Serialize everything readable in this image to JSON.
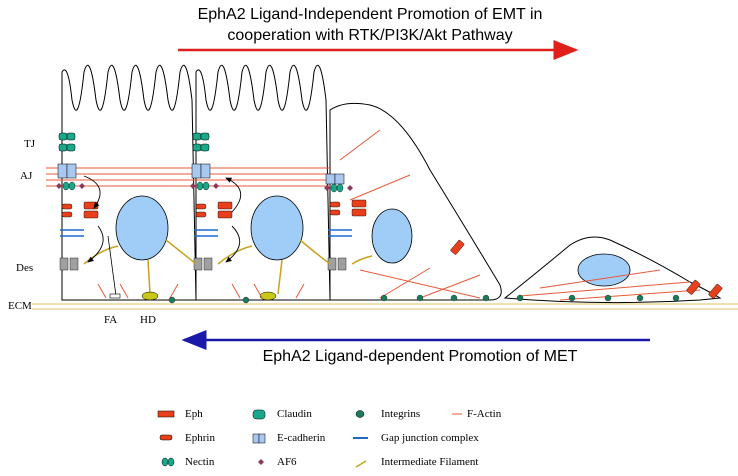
{
  "titles": {
    "top_line1": "EphA2 Ligand-Independent Promotion of EMT in",
    "top_line2": "cooperation with RTK/PI3K/Akt Pathway",
    "bottom": "EphA2 Ligand-dependent Promotion of MET"
  },
  "side_labels": {
    "tj": "TJ",
    "aj": "AJ",
    "des": "Des",
    "ecm": "ECM",
    "fa": "FA",
    "hd": "HD"
  },
  "legend": {
    "eph": "Eph",
    "ephrin": "Ephrin",
    "nectin": "Nectin",
    "claudin": "Claudin",
    "ecadherin": "E-cadherin",
    "af6": "AF6",
    "integrins": "Integrins",
    "gap_junction": "Gap junction complex",
    "intermediate_filament": "Intermediate Filament",
    "f_actin": "F-Actin"
  },
  "colors": {
    "emt_arrow": "#e0201a",
    "met_arrow": "#1a1aa8",
    "eph": "#e8401c",
    "claudin": "#1aa88a",
    "ecadherin": "#a8c8f0",
    "nucleus": "#9fcdf7",
    "intermediate_filament": "#c8a21e",
    "hemidesmosome": "#c8c81a",
    "gap_junction": "#1a6ad0",
    "f_actin": "#e85a3a",
    "integrin": "#1a7a5a"
  }
}
